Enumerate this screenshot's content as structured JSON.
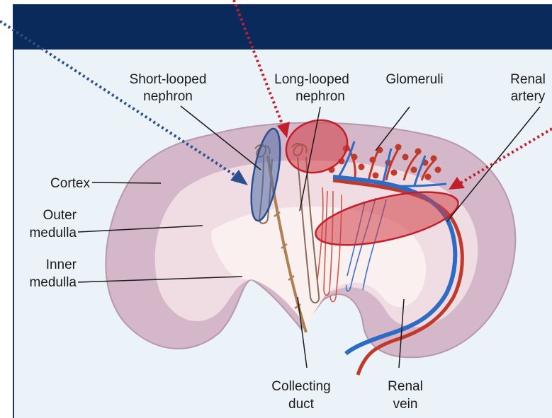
{
  "labels": {
    "short_looped_line1": "Short-looped",
    "short_looped_line2": "nephron",
    "long_looped_line1": "Long-looped",
    "long_looped_line2": "nephron",
    "glomeruli": "Glomeruli",
    "renal_artery_line1": "Renal",
    "renal_artery_line2": "artery",
    "cortex": "Cortex",
    "outer_medulla_line1": "Outer",
    "outer_medulla_line2": "medulla",
    "inner_medulla_line1": "Inner",
    "inner_medulla_line2": "medulla",
    "collecting_duct_line1": "Collecting",
    "collecting_duct_line2": "duct",
    "renal_vein_line1": "Renal",
    "renal_vein_line2": "vein"
  },
  "colors": {
    "title_bar": "#0b2a5c",
    "background": "#ebf2f8",
    "cortex": "#d4b7c8",
    "outer_medulla": "#f0dde3",
    "inner_medulla": "#fbf0f0",
    "artery": "#c0392b",
    "vein": "#2d6bc4",
    "highlight_blue": "#2b4f8f",
    "highlight_red": "#c21f2b"
  }
}
